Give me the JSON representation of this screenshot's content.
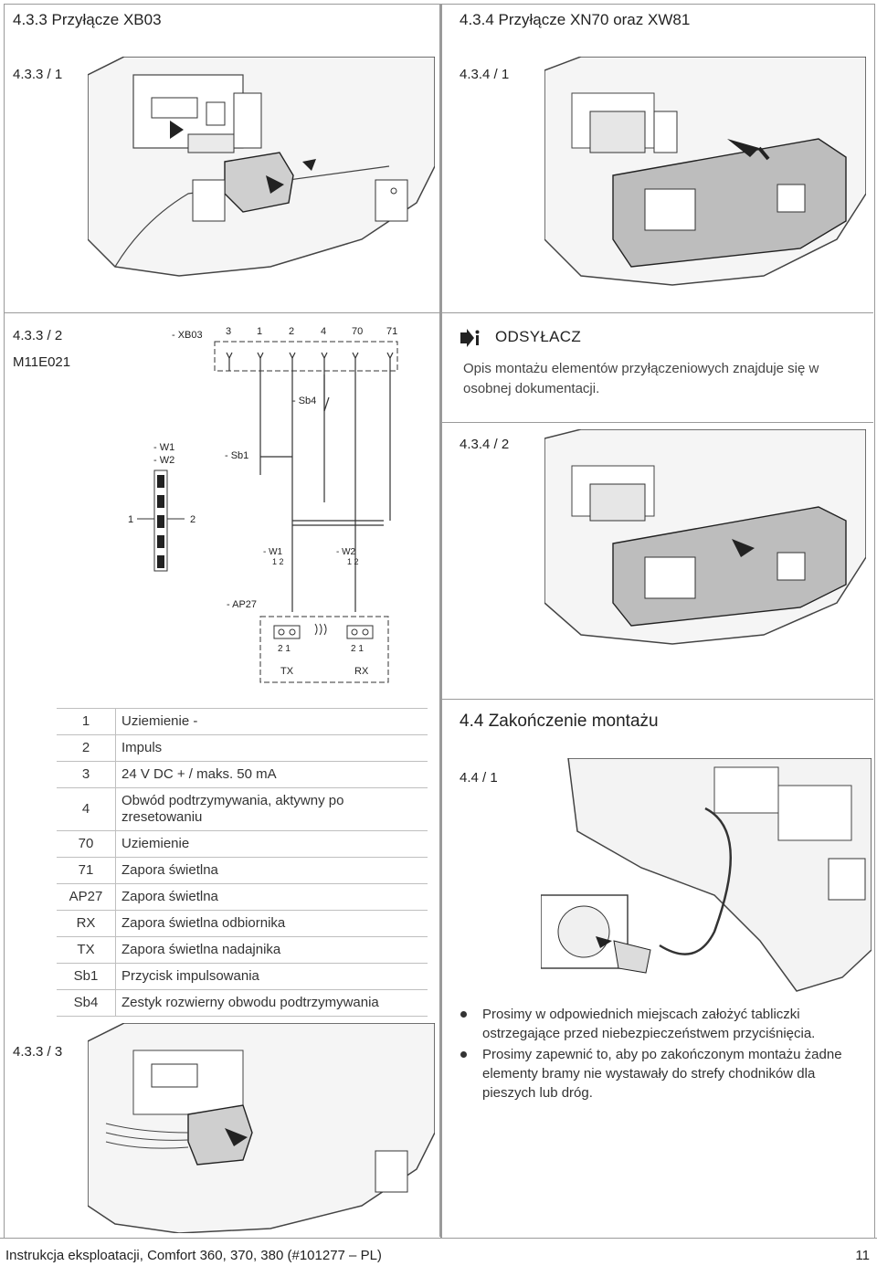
{
  "sections": {
    "s433": {
      "title": "4.3.3  Przyłącze XB03"
    },
    "s434": {
      "title": "4.3.4  Przyłącze XN70 oraz XW81"
    },
    "s44": {
      "title": "4.4  Zakończenie montażu"
    }
  },
  "figures": {
    "f433_1": "4.3.3 / 1",
    "f434_1": "4.3.4 / 1",
    "f433_2": "4.3.3 / 2",
    "f433_2_code": "M11E021",
    "f434_2": "4.3.4 / 2",
    "f433_3": "4.3.3 / 3",
    "f44_1": "4.4 / 1"
  },
  "note": {
    "heading": "ODSYŁACZ",
    "text": "Opis montażu elementów przyłączeniowych znajduje się w osobnej dokumentacji."
  },
  "diagram": {
    "xb03": "- XB03",
    "terminals": [
      "3",
      "1",
      "2",
      "4",
      "70",
      "71"
    ],
    "sb4": "- Sb4",
    "sb1": "- Sb1",
    "w1w2_top": "- W1",
    "w1w2_bot": "- W2",
    "plug_1": "1",
    "plug_2": "2",
    "w1": "- W1",
    "w2": "- W2",
    "w1_pins": "1   2",
    "w2_pins": "1   2",
    "ap27": "- AP27",
    "tx_pins": "2   1",
    "rx_pins": "2   1",
    "tx": "TX",
    "rx": "RX"
  },
  "legend": [
    {
      "key": "1",
      "value": "Uziemienie -"
    },
    {
      "key": "2",
      "value": "Impuls"
    },
    {
      "key": "3",
      "value": "24 V DC + / maks. 50 mA"
    },
    {
      "key": "4",
      "value": "Obwód podtrzymywania, aktywny po zresetowaniu"
    },
    {
      "key": "70",
      "value": "Uziemienie"
    },
    {
      "key": "71",
      "value": "Zapora świetlna"
    },
    {
      "key": "AP27",
      "value": "Zapora świetlna"
    },
    {
      "key": "RX",
      "value": "Zapora świetlna odbiornika"
    },
    {
      "key": "TX",
      "value": "Zapora świetlna nadajnika"
    },
    {
      "key": "Sb1",
      "value": "Przycisk impulsowania"
    },
    {
      "key": "Sb4",
      "value": "Zestyk rozwierny obwodu podtrzymywania"
    }
  ],
  "bullets": [
    "Prosimy w odpowiednich miejscach założyć tabliczki ostrzegające przed niebezpieczeństwem przyciśnięcia.",
    "Prosimy zapewnić to, aby po zakończonym montażu żadne elementy bramy nie wystawały do strefy chodników dla pieszych lub dróg."
  ],
  "footer": {
    "left": "Instrukcja eksploatacji, Comfort 360, 370, 380 (#101277 – PL)",
    "page": "11"
  }
}
